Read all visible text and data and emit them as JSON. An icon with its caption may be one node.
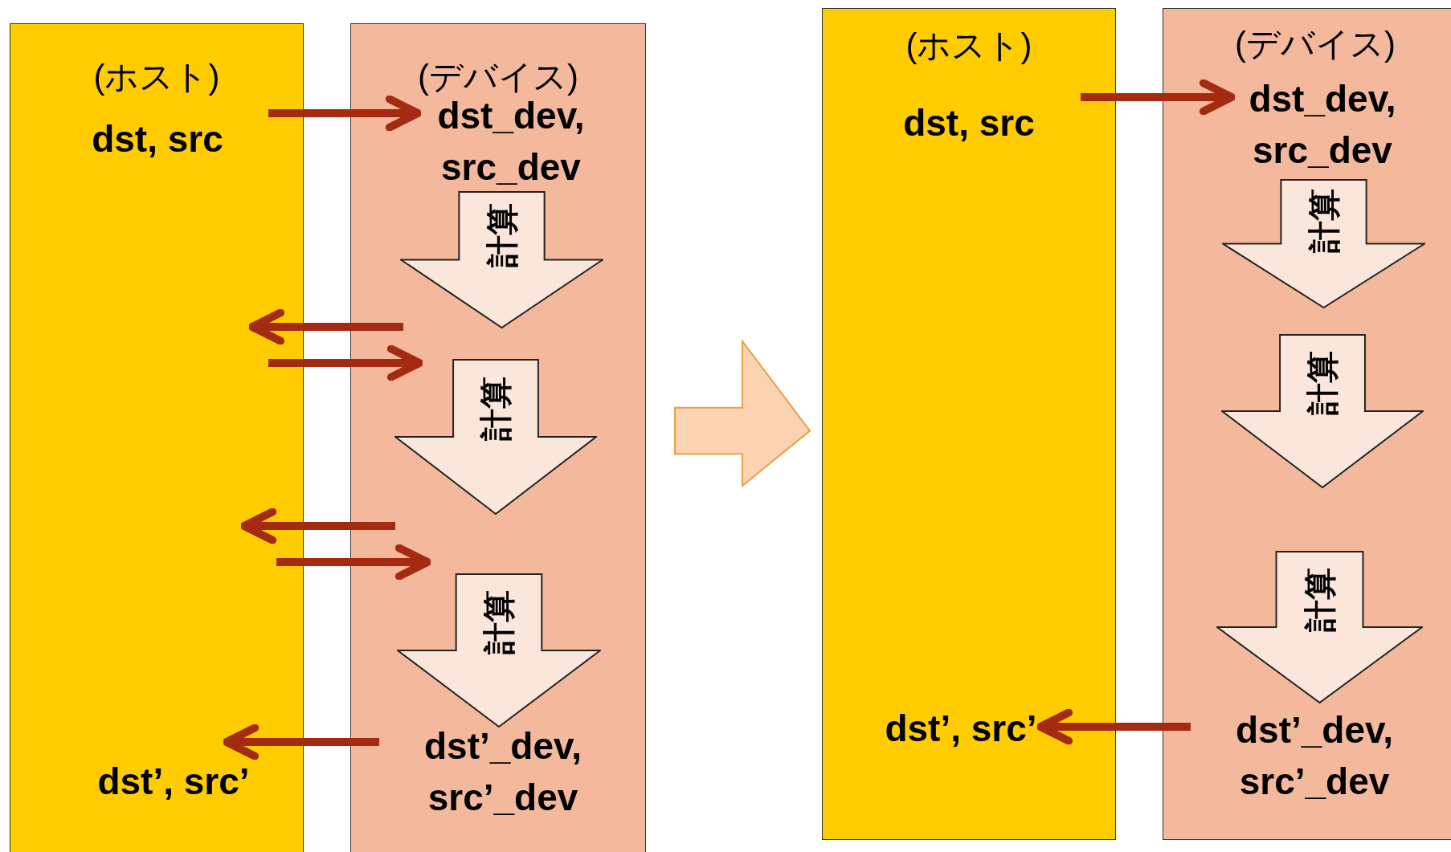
{
  "diagram": {
    "nodes": [
      {
        "text": [
          "(ホスト)"
        ]
      },
      {
        "text": [
          "dst, src"
        ],
        "in": 0
      },
      {
        "text": [
          "dst’, src’"
        ],
        "in": 0
      },
      {
        "text": [
          "(デバイス)"
        ]
      },
      {
        "text": [
          "dst_dev, src_dev"
        ],
        "in": 3
      },
      {
        "text": [
          "計算"
        ],
        "in": 3
      },
      {
        "text": [
          "計算"
        ],
        "in": 3
      },
      {
        "text": [
          "計算"
        ],
        "in": 3
      },
      {
        "text": [
          "dst’_dev, src’_dev"
        ],
        "in": 3
      },
      {
        "text": [
          "(ホスト)"
        ]
      },
      {
        "text": [
          "dst, src"
        ],
        "in": 9
      },
      {
        "text": [
          "dst’, src’"
        ],
        "in": 9
      },
      {
        "text": [
          "(デバイス)"
        ]
      },
      {
        "text": [
          "dst_dev, src_dev"
        ],
        "in": 12
      },
      {
        "text": [
          "計算"
        ],
        "in": 12
      },
      {
        "text": [
          "計算"
        ],
        "in": 12
      },
      {
        "text": [
          "計算"
        ],
        "in": 12
      },
      {
        "text": [
          "dst’_dev, src’_dev"
        ],
        "in": 12
      }
    ],
    "edges": [
      {
        "from": 1,
        "to": 4,
        "arrow": "to"
      },
      {
        "from": 3,
        "to": 0,
        "arrow": "to"
      },
      {
        "from": 0,
        "to": 6,
        "arrow": "to"
      },
      {
        "from": 3,
        "to": 0,
        "arrow": "to"
      },
      {
        "from": 0,
        "to": 7,
        "arrow": "to"
      },
      {
        "from": 8,
        "to": 2,
        "arrow": "to"
      },
      {
        "from": 10,
        "to": 13,
        "arrow": "to"
      },
      {
        "from": 17,
        "to": 11,
        "arrow": "to"
      },
      {
        "from": 3,
        "to": 9,
        "arrow": "to",
        "style": "thick",
        "color": "#fbd2b2"
      }
    ]
  }
}
